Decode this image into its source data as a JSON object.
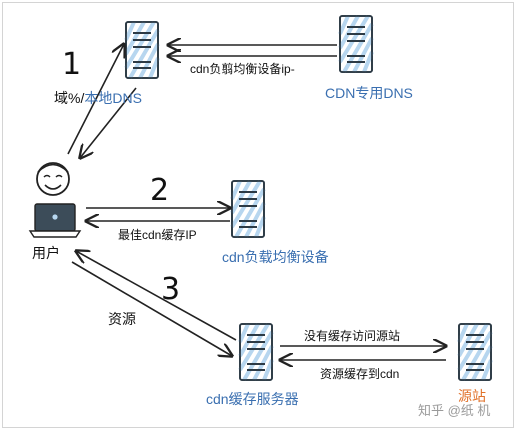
{
  "nodes": {
    "local_dns": {
      "prefix": "域%/",
      "label": "本地DNS"
    },
    "cdn_dns": {
      "label": "CDN专用DNS"
    },
    "user": {
      "label": "用户"
    },
    "load_balancer": {
      "label": "cdn负载均衡设备"
    },
    "cache_server": {
      "label": "cdn缓存服务器"
    },
    "origin": {
      "label": "源站"
    }
  },
  "edges": {
    "dns_to_cdn_dns": "cdn负翦均衡设备ip-",
    "balancer_to_user": "最佳cdn缓存IP",
    "cache_to_user": "资源",
    "cache_to_origin": "没有缓存访问源站",
    "origin_to_cache": "资源缓存到cdn"
  },
  "steps": [
    "1",
    "2",
    "3"
  ],
  "watermark": "知乎 @纸  机",
  "colors": {
    "label_blue": "#3a6fb0",
    "origin_orange": "#e0712a",
    "server_stroke": "#2c3a45",
    "server_fill": "#b7d6ef",
    "laptop": "#3c4c59"
  },
  "icons": [
    "server-icon",
    "user-avatar-icon",
    "laptop-icon"
  ]
}
